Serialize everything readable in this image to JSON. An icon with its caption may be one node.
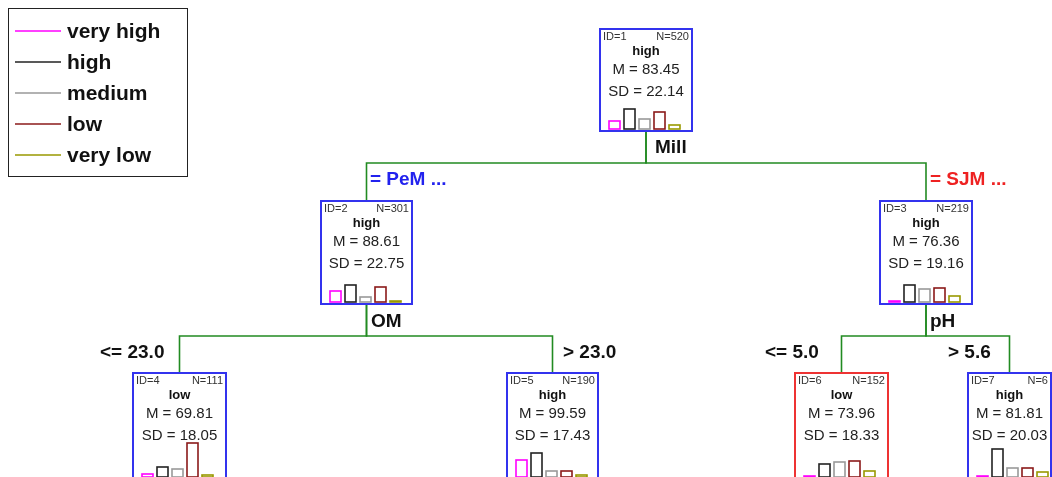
{
  "diagram": {
    "nodes": [
      {
        "text": [
          "ID=1",
          "N=520",
          "high",
          "M = 83.45",
          "SD = 22.14"
        ],
        "beside": [
          "Mill"
        ]
      },
      {
        "text": [
          "ID=2",
          "N=301",
          "high",
          "M = 88.61",
          "SD = 22.75"
        ],
        "beside": [
          "OM"
        ]
      },
      {
        "text": [
          "ID=3",
          "N=219",
          "high",
          "M = 76.36",
          "SD = 19.16"
        ],
        "beside": [
          "pH"
        ]
      },
      {
        "text": [
          "ID=4",
          "N=111",
          "low",
          "M = 69.81",
          "SD = 18.05"
        ]
      },
      {
        "text": [
          "ID=5",
          "N=190",
          "high",
          "M = 99.59",
          "SD = 17.43"
        ]
      },
      {
        "text": [
          "ID=6",
          "N=152",
          "low",
          "M = 73.96",
          "SD = 18.33"
        ]
      },
      {
        "text": [
          "ID=7",
          "N=6",
          "high",
          "M = 81.81",
          "SD = 20.03"
        ]
      }
    ],
    "edges": [
      {
        "from": 0,
        "to": 1,
        "arrow": "none",
        "label": "= PeM ..."
      },
      {
        "from": 0,
        "to": 2,
        "arrow": "none",
        "label": "= SJM ..."
      },
      {
        "from": 1,
        "to": 3,
        "arrow": "none",
        "label": "<= 23.0"
      },
      {
        "from": 1,
        "to": 4,
        "arrow": "none",
        "label": "> 23.0"
      },
      {
        "from": 2,
        "to": 5,
        "arrow": "none",
        "label": "<= 5.0"
      },
      {
        "from": 2,
        "to": 6,
        "arrow": "none",
        "label": "> 5.6"
      }
    ],
    "legend": [
      {
        "text": "very high"
      },
      {
        "text": "high"
      },
      {
        "text": "medium"
      },
      {
        "text": "low"
      },
      {
        "text": "very low"
      }
    ]
  }
}
